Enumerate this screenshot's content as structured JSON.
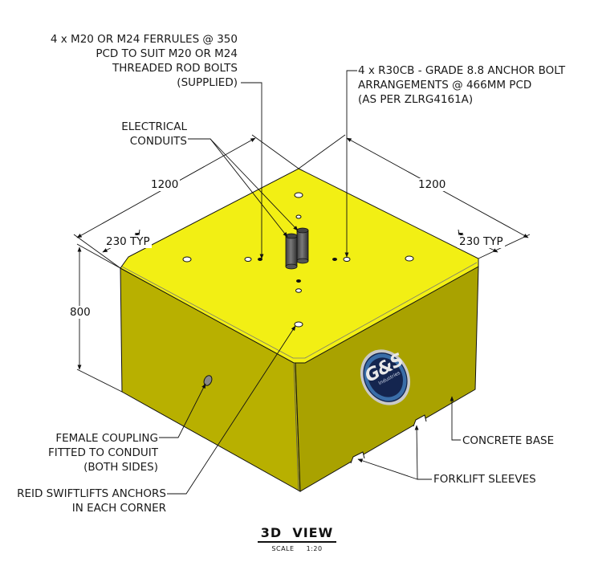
{
  "view": {
    "title": "3D  VIEW",
    "scale_label": "SCALE",
    "scale_value": "1:20"
  },
  "dimensions": {
    "width_left": "1200",
    "width_right": "1200",
    "height": "800",
    "edge_left": "230 TYP",
    "edge_right": "230 TYP"
  },
  "callouts": {
    "ferrules": [
      "4 x M20 OR M24 FERRULES @ 350",
      "PCD TO SUIT M20 OR M24",
      "THREADED ROD BOLTS",
      "(SUPPLIED)"
    ],
    "anchor_bolts": [
      "4 x R30CB - GRADE 8.8 ANCHOR BOLT",
      "ARRANGEMENTS @ 466MM PCD",
      "(AS PER ZLRG4161A)"
    ],
    "conduits": [
      "ELECTRICAL",
      "CONDUITS"
    ],
    "coupling": [
      "FEMALE COUPLING",
      "FITTED TO CONDUIT",
      "(BOTH SIDES)"
    ],
    "swiftlifts": [
      "REID SWIFTLIFTS ANCHORS",
      "IN EACH CORNER"
    ],
    "concrete_base": "CONCRETE BASE",
    "forklift": "FORKLIFT SLEEVES"
  },
  "logo": {
    "text": "G&S",
    "subtext": "Industries"
  },
  "colors": {
    "top_face": "#f2ef14",
    "top_face_edge": "#e0dc10",
    "left_face": "#b8b000",
    "right_face": "#a9a200",
    "line": "#111111",
    "logo_navy": "#14254f",
    "logo_blue": "#3a6ea8",
    "logo_silver": "#c9c9c9",
    "conduit": "#5a5a5a"
  }
}
